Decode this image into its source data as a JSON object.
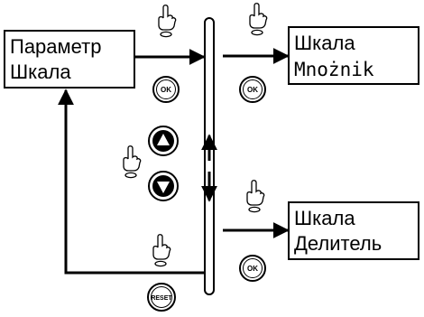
{
  "boxes": {
    "parametr": {
      "line1": "Параметр",
      "line2": "Шкала"
    },
    "mnoznik": {
      "line1": "Шкала",
      "line2": "Mnożnik"
    },
    "delitel": {
      "line1": "Шкала",
      "line2": "Делитель"
    }
  },
  "buttons": {
    "ok_left": "OK",
    "ok_top": "OK",
    "ok_bottom": "OK",
    "reset": "RESET"
  },
  "icons": {
    "press_hand": "hand-press-icon",
    "up_button": "up-arrow-button-icon",
    "down_button": "down-arrow-button-icon"
  }
}
